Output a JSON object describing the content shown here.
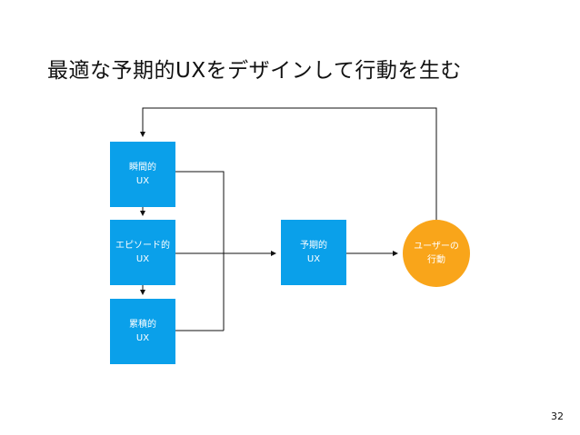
{
  "slide": {
    "title": "最適な予期的UXをデザインして行動を生む",
    "page_number": "32"
  },
  "nodes": {
    "instant": {
      "line1": "瞬間的",
      "line2": "UX"
    },
    "episodic": {
      "line1": "エピソード的",
      "line2": "UX"
    },
    "cumulative": {
      "line1": "累積的",
      "line2": "UX"
    },
    "expected": {
      "line1": "予期的",
      "line2": "UX"
    },
    "action": {
      "line1": "ユーザーの",
      "line2": "行動"
    }
  },
  "colors": {
    "box_blue": "#0aa0ea",
    "circle_orange": "#f9a51a",
    "connector": "#111111"
  }
}
